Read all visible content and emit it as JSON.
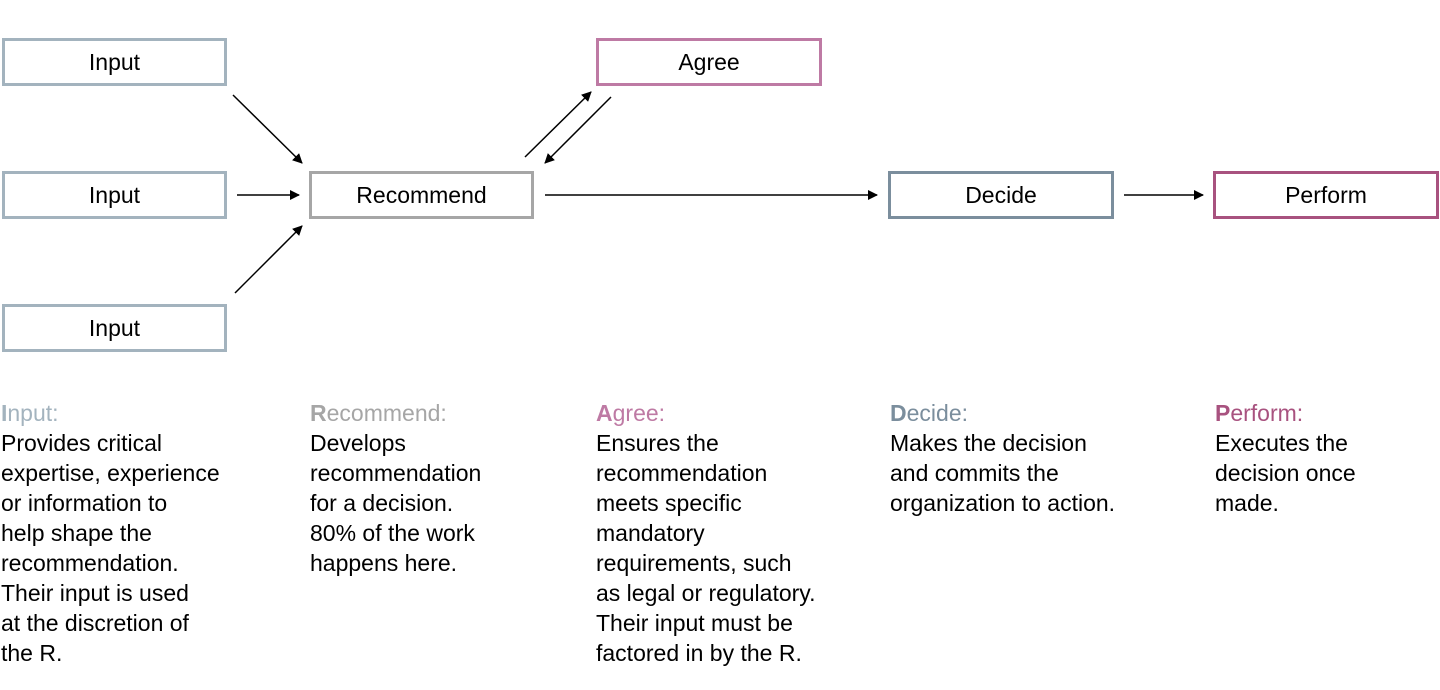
{
  "nodes": {
    "input_top": {
      "label": "Input"
    },
    "input_middle": {
      "label": "Input"
    },
    "input_bottom": {
      "label": "Input"
    },
    "recommend": {
      "label": "Recommend"
    },
    "agree": {
      "label": "Agree"
    },
    "decide": {
      "label": "Decide"
    },
    "perform": {
      "label": "Perform"
    }
  },
  "descriptions": [
    {
      "initial": "I",
      "rest": "nput:",
      "color": "#a3b3be",
      "text": "Provides critical\nexpertise, experience\nor information to\nhelp shape the\nrecommendation.\nTheir input is used\nat the discretion of\nthe R."
    },
    {
      "initial": "R",
      "rest": "ecommend:",
      "color": "#a6a6a6",
      "text": "Develops\nrecommendation\nfor a decision.\n80% of the work\nhappens here."
    },
    {
      "initial": "A",
      "rest": "gree:",
      "color": "#be7aa4",
      "text": "Ensures the\nrecommendation\nmeets specific\nmandatory\nrequirements, such\nas legal or regulatory.\nTheir input must be\nfactored in by the R."
    },
    {
      "initial": "D",
      "rest": "ecide:",
      "color": "#7b8e9d",
      "text": "Makes the decision\nand commits the\norganization to action."
    },
    {
      "initial": "P",
      "rest": "erform:",
      "color": "#a8527f",
      "text": "Executes the\ndecision once\nmade."
    }
  ]
}
